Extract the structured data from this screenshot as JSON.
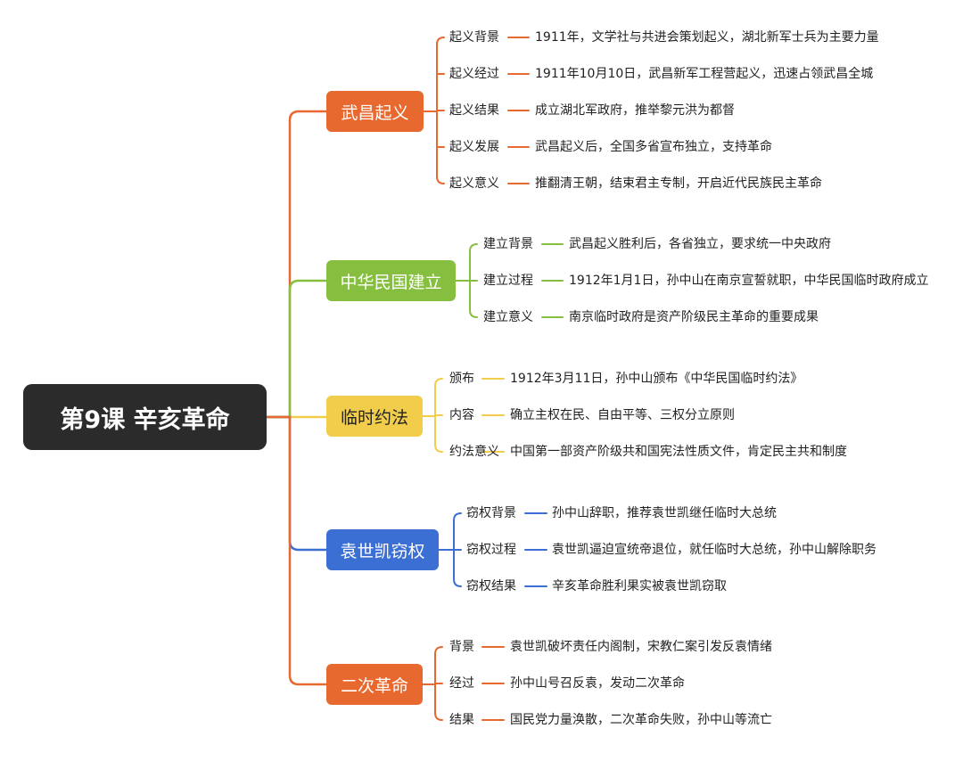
{
  "root": {
    "title": "第9课 辛亥革命"
  },
  "branches": [
    {
      "title": "武昌起义",
      "color": "#e8692f",
      "items": [
        {
          "label": "起义背景",
          "text": "1911年，文学社与共进会策划起义，湖北新军士兵为主要力量"
        },
        {
          "label": "起义经过",
          "text": "1911年10月10日，武昌新军工程营起义，迅速占领武昌全城"
        },
        {
          "label": "起义结果",
          "text": "成立湖北军政府，推举黎元洪为都督"
        },
        {
          "label": "起义发展",
          "text": "武昌起义后，全国多省宣布独立，支持革命"
        },
        {
          "label": "起义意义",
          "text": "推翻清王朝，结束君主专制，开启近代民族民主革命"
        }
      ]
    },
    {
      "title": "中华民国建立",
      "color": "#86bf3f",
      "items": [
        {
          "label": "建立背景",
          "text": "武昌起义胜利后，各省独立，要求统一中央政府"
        },
        {
          "label": "建立过程",
          "text": "1912年1月1日，孙中山在南京宣誓就职，中华民国临时政府成立"
        },
        {
          "label": "建立意义",
          "text": "南京临时政府是资产阶级民主革命的重要成果"
        }
      ]
    },
    {
      "title": "临时约法",
      "color": "#f2cd4b",
      "items": [
        {
          "label": "颁布",
          "text": "1912年3月11日，孙中山颁布《中华民国临时约法》"
        },
        {
          "label": "内容",
          "text": "确立主权在民、自由平等、三权分立原则"
        },
        {
          "label": "约法意义",
          "text": "中国第一部资产阶级共和国宪法性质文件，肯定民主共和制度"
        }
      ]
    },
    {
      "title": "袁世凯窃权",
      "color": "#3b6fd4",
      "items": [
        {
          "label": "窃权背景",
          "text": "孙中山辞职，推荐袁世凯继任临时大总统"
        },
        {
          "label": "窃权过程",
          "text": "袁世凯逼迫宣统帝退位，就任临时大总统，孙中山解除职务"
        },
        {
          "label": "窃权结果",
          "text": "辛亥革命胜利果实被袁世凯窃取"
        }
      ]
    },
    {
      "title": "二次革命",
      "color": "#e8692f",
      "items": [
        {
          "label": "背景",
          "text": "袁世凯破坏责任内阁制，宋教仁案引发反袁情绪"
        },
        {
          "label": "经过",
          "text": "孙中山号召反袁，发动二次革命"
        },
        {
          "label": "结果",
          "text": "国民党力量涣散，二次革命失败，孙中山等流亡"
        }
      ]
    }
  ]
}
